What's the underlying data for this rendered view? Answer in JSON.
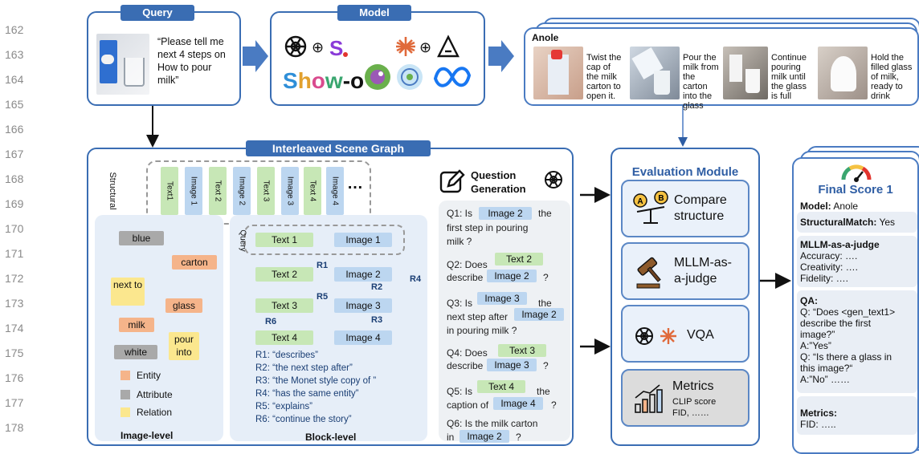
{
  "line_numbers": [
    "162",
    "163",
    "164",
    "165",
    "166",
    "167",
    "168",
    "169",
    "170",
    "171",
    "172",
    "173",
    "174",
    "175",
    "176",
    "177",
    "178"
  ],
  "query": {
    "tab": "Query",
    "text": "“Please tell me next 4 steps on How to pour milk”"
  },
  "model": {
    "tab": "Model",
    "showo": "Show-o",
    "showo_o": "-o"
  },
  "anole": {
    "title": "Anole",
    "steps": [
      "Twist the cap of the milk carton to open it.",
      "Pour the milk from the carton into the glass",
      "Continue pouring milk until the glass is full",
      "Hold the filled glass of milk, ready to drink"
    ]
  },
  "isg": {
    "tab": "Interleaved Scene Graph",
    "structural_label": "Structural",
    "structural": [
      "Text1",
      "Image 1",
      "Text 2",
      "Image 2",
      "Text 3",
      "Image 3",
      "Text 4",
      "Image 4"
    ],
    "ellipsis": "…",
    "image_level": {
      "title": "Image-level",
      "nodes": {
        "blue": "blue",
        "carton": "carton",
        "next_to": "next to",
        "glass": "glass",
        "milk": "milk",
        "pour_into": "pour into",
        "white": "white"
      },
      "legend": [
        "Entity",
        "Attribute",
        "Relation"
      ]
    },
    "block_level": {
      "title": "Block-level",
      "query_label": "Query",
      "text1": "Text 1",
      "image1": "Image 1",
      "text2": "Text 2",
      "image2": "Image 2",
      "text3": "Text 3",
      "image3": "Image 3",
      "text4": "Text 4",
      "image4": "Image 4",
      "edges": [
        "R1",
        "R2",
        "R5",
        "R6",
        "R3",
        "R4"
      ],
      "relations": [
        "R1: “describes”",
        "R2: “the next step after”",
        "R3: “the Monet style copy of ”",
        "R4: “has the same entity”",
        "R5:  “explains”",
        "R6: “continue the story”"
      ]
    }
  },
  "qg": {
    "title1": "Question",
    "title2": "Generation",
    "q1a": "Q1: Is",
    "q1chip": "Image 2",
    "q1b": "the",
    "q1c": "first step in pouring",
    "q1d": "milk ?",
    "q2a": "Q2: Does",
    "q2chip1": "Text 2",
    "q2b": "describe",
    "q2chip2": "Image 2",
    "q2c": "?",
    "q3a": "Q3: Is",
    "q3chip1": "Image 3",
    "q3b": "the",
    "q3c": "next step after",
    "q3chip2": "Image 2",
    "q3d": "in pouring milk ?",
    "q4a": "Q4: Does",
    "q4chip1": "Text 3",
    "q4b": "describe",
    "q4chip2": "Image 3",
    "q4c": "?",
    "q5a": "Q5: Is",
    "q5chip1": "Text 4",
    "q5b": "the",
    "q5c": "caption of",
    "q5chip2": "Image 4",
    "q5d": "?",
    "q6a": "Q6: Is the milk carton",
    "q6b": "in",
    "q6chip": "Image 2",
    "q6c": "?",
    "dots": "………"
  },
  "eval": {
    "title": "Evaluation Module",
    "compare1": "Compare",
    "compare2": "structure",
    "judge1": "MLLM-as-",
    "judge2": "a-judge",
    "vqa": "VQA",
    "metrics": "Metrics",
    "metrics_sub1": "CLIP score",
    "metrics_sub2": "FID, ……"
  },
  "score": {
    "title": "Final Score 1",
    "model_label": "Model:",
    "model_value": "Anole",
    "structural": "StructuralMatch:",
    "structural_value": "Yes",
    "mllm_title": "MLLM-as-a-judge",
    "mllm_lines": [
      "Accuracy: ….",
      "Creativity: ….",
      "Fidelity: …."
    ],
    "qa_title": "QA:",
    "qa_lines": [
      "Q: “Does <gen_text1>",
      "describe the first",
      "image?”",
      "A:”Yes”",
      "Q: “Is there a glass in",
      "this image?“",
      "A:”No” ……"
    ],
    "metrics_title": "Metrics:",
    "metrics_value": "FID: ….."
  },
  "colors": {
    "accent": "#3a6db3",
    "text_chip": "#c7e7b6",
    "image_chip": "#bcd6f0",
    "entity": "#f5b48a",
    "attribute": "#a9a9a9",
    "relation": "#fbe78e",
    "panel_bg": "#e9eef5"
  }
}
